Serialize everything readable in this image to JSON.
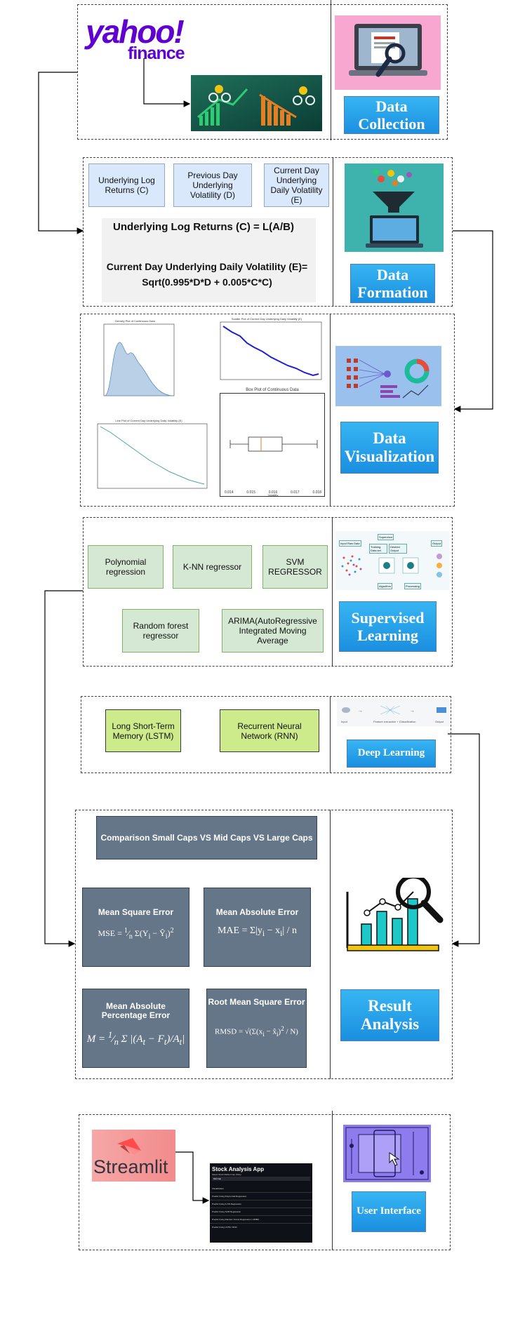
{
  "sections": {
    "data_collection": {
      "logo_text": "yahoo!",
      "logo_sub": "finance",
      "stage_label": "Data Collection"
    },
    "data_formation": {
      "inputs": [
        "Underlying Log Returns (C)",
        "Previous Day Underlying Volatility (D)",
        "Current Day Underlying Daily Volatility (E)"
      ],
      "formula1": "Underlying Log Returns (C) = L(A/B)",
      "formula2": "Current Day Underlying Daily Volatility (E)= Sqrt(0.995*D*D + 0.005*C*C)",
      "stage_label": "Data Formation"
    },
    "data_visualization": {
      "stage_label": "Data Visualization",
      "plots": {
        "density_title": "Density Plot of Continuous Data",
        "line_title_1": "Scatter Plot of Current Day Underlying Daily Volatility (E)",
        "line_title_2": "Line Plot of Current Day Underlying Daily Volatility (E)",
        "box_title": "Box Plot of Continuous Data",
        "box_ticks": [
          "0.014",
          "0.015",
          "0.016",
          "0.017",
          "0.018"
        ],
        "box_xlabel": "Volatility"
      }
    },
    "supervised": {
      "models": [
        "Polynomial regression",
        "K-NN regressor",
        "SVM REGRESSOR",
        "Random forest regressor",
        "ARIMA(AutoRegressive Integrated Moving Average"
      ],
      "stage_label": "Supervised Learning",
      "diagram_labels": [
        "Input Raw Data",
        "Supervisor",
        "Training Data set",
        "Desired Output",
        "Output",
        "Algorithm",
        "Processing"
      ]
    },
    "deep_learning": {
      "models": [
        "Long Short-Term Memory (LSTM)",
        "Recurrent Neural Network (RNN)"
      ],
      "stage_label": "Deep Learning",
      "banner_labels": [
        "Input",
        "Feature extraction + Classification",
        "Output"
      ]
    },
    "results": {
      "comparison": "Comparison Small Caps VS Mid Caps VS Large Caps",
      "metrics": [
        {
          "title": "Mean Square Error"
        },
        {
          "title": "Mean Absolute Error"
        },
        {
          "title": "Mean Absolute Percentage Error"
        },
        {
          "title": "Root Mean Square Error"
        }
      ],
      "stage_label": "Result Analysis"
    },
    "ui": {
      "logo_text": "Streamlit",
      "app_title": "Stock Analysis App",
      "app_subtitle": "Select Stock Market Cap (Size)",
      "app_select": "Mid Cap",
      "app_rows": [
        "Visualization",
        "Predict Using Polynomial Regression",
        "Predict Using K-NN Regression",
        "Predict Using SVM Regression",
        "Predict Using Random Forest Regression / ARIMA",
        "Predict Using LSTM / RNN"
      ],
      "stage_label": "User Interface"
    }
  },
  "colors": {
    "yahoo_purple": "#6001d2",
    "stage_blue": "#1e9be6",
    "streamlit_red": "#ff4b4b",
    "slate": "#647687"
  }
}
